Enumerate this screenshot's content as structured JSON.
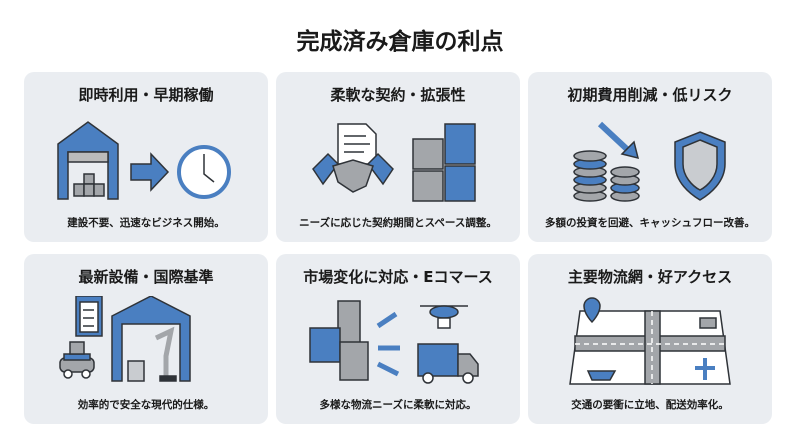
{
  "title": "完成済み倉庫の利点",
  "colors": {
    "blue": "#4a7fc1",
    "gray": "#a3a6aa",
    "outline": "#2f3338",
    "card": "#eaedf1"
  },
  "cards": [
    {
      "heading": "即時利用・早期稼働",
      "caption": "建設不要、迅速なビジネス開始。",
      "icons": [
        "warehouse-icon",
        "arrow-right-icon",
        "clock-icon"
      ]
    },
    {
      "heading": "柔軟な契約・拡張性",
      "caption": "ニーズに応じた契約期間とスペース調整。",
      "icons": [
        "handshake-contract-icon",
        "puzzle-icon"
      ]
    },
    {
      "heading": "初期費用削減・低リスク",
      "caption": "多額の投資を回避、キャッシュフロー改善。",
      "icons": [
        "coins-down-icon",
        "shield-icon"
      ]
    },
    {
      "heading": "最新設備・国際基準",
      "caption": "効率的で安全な現代的仕様。",
      "icons": [
        "checklist-icon",
        "robot-warehouse-icon"
      ]
    },
    {
      "heading": "市場変化に対応・Eコマース",
      "caption": "多様な物流ニーズに柔軟に対応。",
      "icons": [
        "boxes-icon",
        "drone-icon",
        "truck-icon"
      ]
    },
    {
      "heading": "主要物流網・好アクセス",
      "caption": "交通の要衝に立地、配送効率化。",
      "icons": [
        "map-roads-icon"
      ]
    }
  ]
}
